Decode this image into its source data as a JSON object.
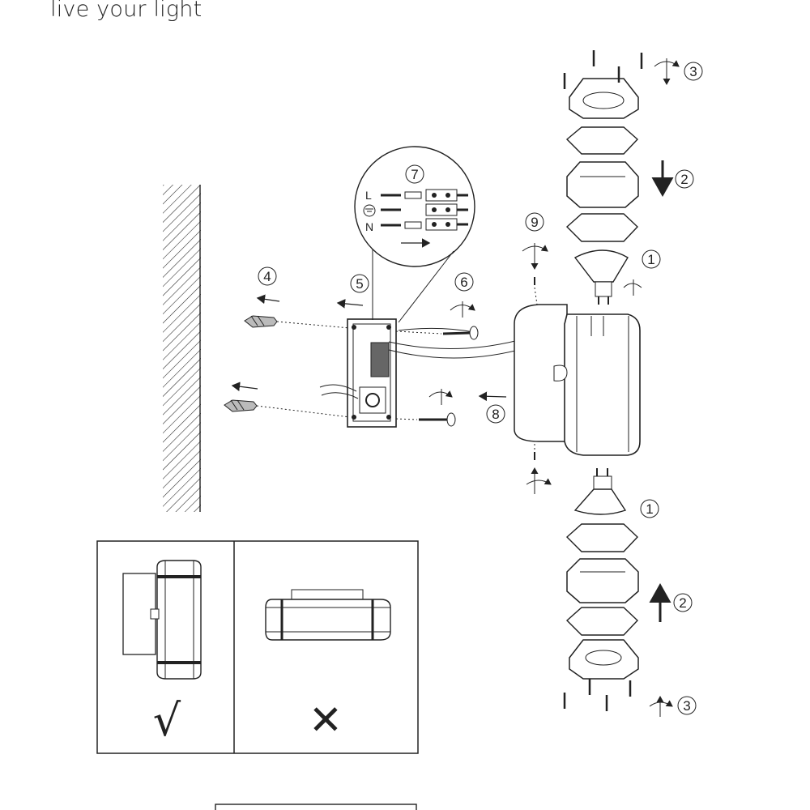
{
  "brand": {
    "tagline": "live your light"
  },
  "steps": {
    "s1": "1",
    "s2": "2",
    "s3": "3",
    "s4": "4",
    "s5": "5",
    "s6": "6",
    "s7": "7",
    "s8": "8",
    "s9": "9"
  },
  "wiring": {
    "live": "L",
    "neutral": "N"
  },
  "orientation": {
    "correct_mark": "√",
    "wrong_mark": "✕"
  },
  "icons": [
    "rotate-icon",
    "arrow-icon",
    "ground-icon",
    "check-icon",
    "cross-icon"
  ]
}
